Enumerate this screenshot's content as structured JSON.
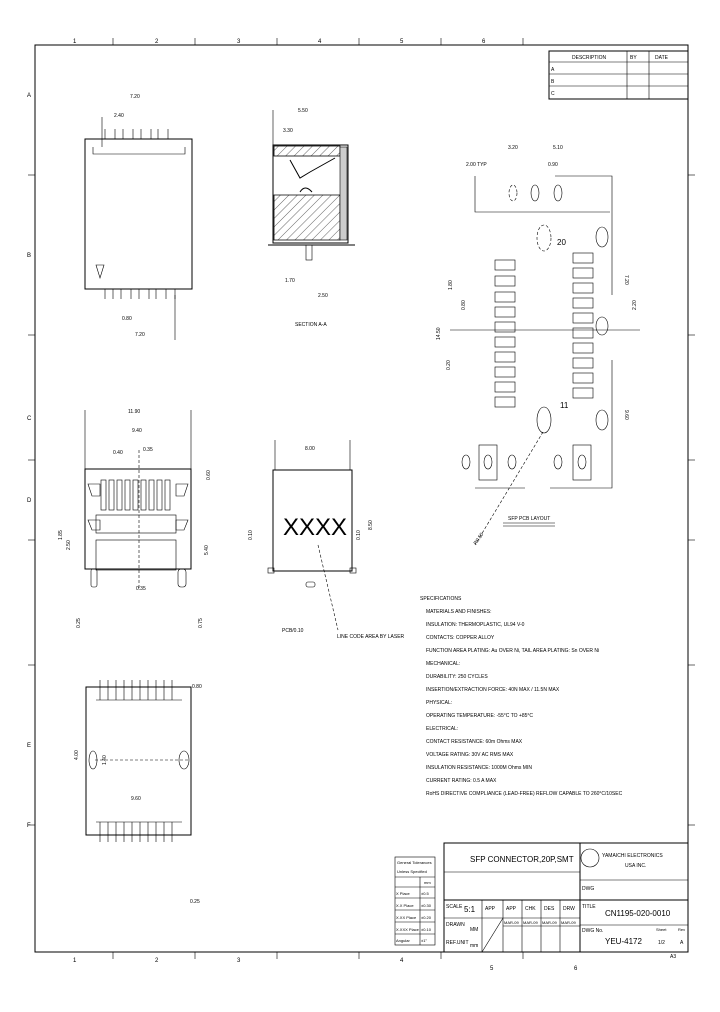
{
  "frame": {
    "col_labels_top": [
      "1",
      "2",
      "3",
      "4",
      "5",
      "6"
    ],
    "col_labels_bottom": [
      "1",
      "2",
      "3",
      "4",
      "5",
      "6"
    ],
    "row_labels": [
      "A",
      "B",
      "C",
      "D",
      "E",
      "F"
    ]
  },
  "revision_block": {
    "headers": [
      "DESCRIPTION",
      "BY",
      "DATE"
    ],
    "rows": [
      "A",
      "B",
      "C"
    ]
  },
  "views": {
    "top_view": {
      "dims": [
        "7.20",
        "2.40",
        "0.80",
        "7.20"
      ]
    },
    "section": {
      "title": "SECTION A-A",
      "dims": [
        "5.50",
        "3.30",
        "1.70",
        "2.50"
      ]
    },
    "pcb_layout": {
      "title": "SFP PCB LAYOUT",
      "dims": [
        "3.20",
        "5.10",
        "2.00 TYP",
        "0.90",
        "1.80",
        "0.80",
        "14.50",
        "0.20",
        "7.20",
        "9.60",
        "2.20",
        "R0.50"
      ],
      "pin_labels": [
        "20",
        "11"
      ]
    },
    "front_view": {
      "dims": [
        "11.90",
        "9.40",
        "0.40",
        "0.35",
        "1.85",
        "2.50",
        "0.25",
        "0.75",
        "5.40",
        "0.35",
        "0.60"
      ]
    },
    "side_view": {
      "dims": [
        "8.00",
        "8.50",
        "0.10",
        "0.10",
        "PCB/0.10"
      ],
      "marking": "XXXX",
      "callout": "LINE CODE AREA BY LASER"
    },
    "bottom_view": {
      "dims": [
        "0.80",
        "4.00",
        "1.40",
        "9.60",
        "0.25"
      ]
    }
  },
  "specifications": {
    "title": "SPECIFICATIONS",
    "lines": [
      "MATERIALS AND FINISHES:",
      "INSULATION: THERMOPLASTIC, UL94 V-0",
      "CONTACTS: COPPER ALLOY",
      "FUNCTION AREA PLATING: Au OVER Ni, TAIL AREA PLATING: Sn OVER Ni",
      "MECHANICAL:",
      "DURABILITY: 250 CYCLES",
      "INSERTION/EXTRACTION FORCE: 40N MAX / 11.5N MAX",
      "PHYSICAL:",
      "OPERATING TEMPERATURE: -55°C TO +85°C",
      "ELECTRICAL:",
      "CONTACT RESISTANCE: 60m Ohms MAX",
      "VOLTAGE RATING: 30V AC RMS MAX",
      "INSULATION RESISTANCE: 1000M Ohms MIN",
      "CURRENT RATING: 0.5 A MAX",
      "RoHS DIRECTIVE COMPLIANCE (LEAD-FREE) REFLOW CAPABLE TO 260°C/10SEC"
    ]
  },
  "tolerances": {
    "title": [
      "General Tolerances",
      "Unless Specified"
    ],
    "unit": "mm",
    "rows": [
      [
        "X Place",
        "±0.5"
      ],
      [
        "X.X Place",
        "±0.30"
      ],
      [
        "X.XX Place",
        "±0.20"
      ],
      [
        "X.XXX Place",
        "±0.10"
      ],
      [
        "Angular",
        "±1°"
      ]
    ]
  },
  "title_block": {
    "title": "SFP CONNECTOR,20P,SMT",
    "company": [
      "YAMAICHI ELECTRONICS",
      "USA INC."
    ],
    "dwg_label": "DWG",
    "scale_label": "SCALE",
    "scale": "5:1",
    "drawn_label": "DRAWN",
    "drawn": "MM",
    "unit_label": "REF.UNIT",
    "unit": "mm",
    "app_label": "APP",
    "sign_headers": [
      "APP",
      "CHK",
      "DES",
      "DRW"
    ],
    "sign_dates": [
      "MAR-09",
      "MAR-09",
      "MAR-09",
      "MAR-09"
    ],
    "title_label": "TITLE",
    "part_number": "CN1195-020-0010",
    "dwg_no_label": "DWG No.",
    "dwg_no": "YEU-4172",
    "sheet_label": "Sheet",
    "sheet": "1/2",
    "rev_label": "Rev",
    "rev": "A",
    "size": "A3"
  }
}
